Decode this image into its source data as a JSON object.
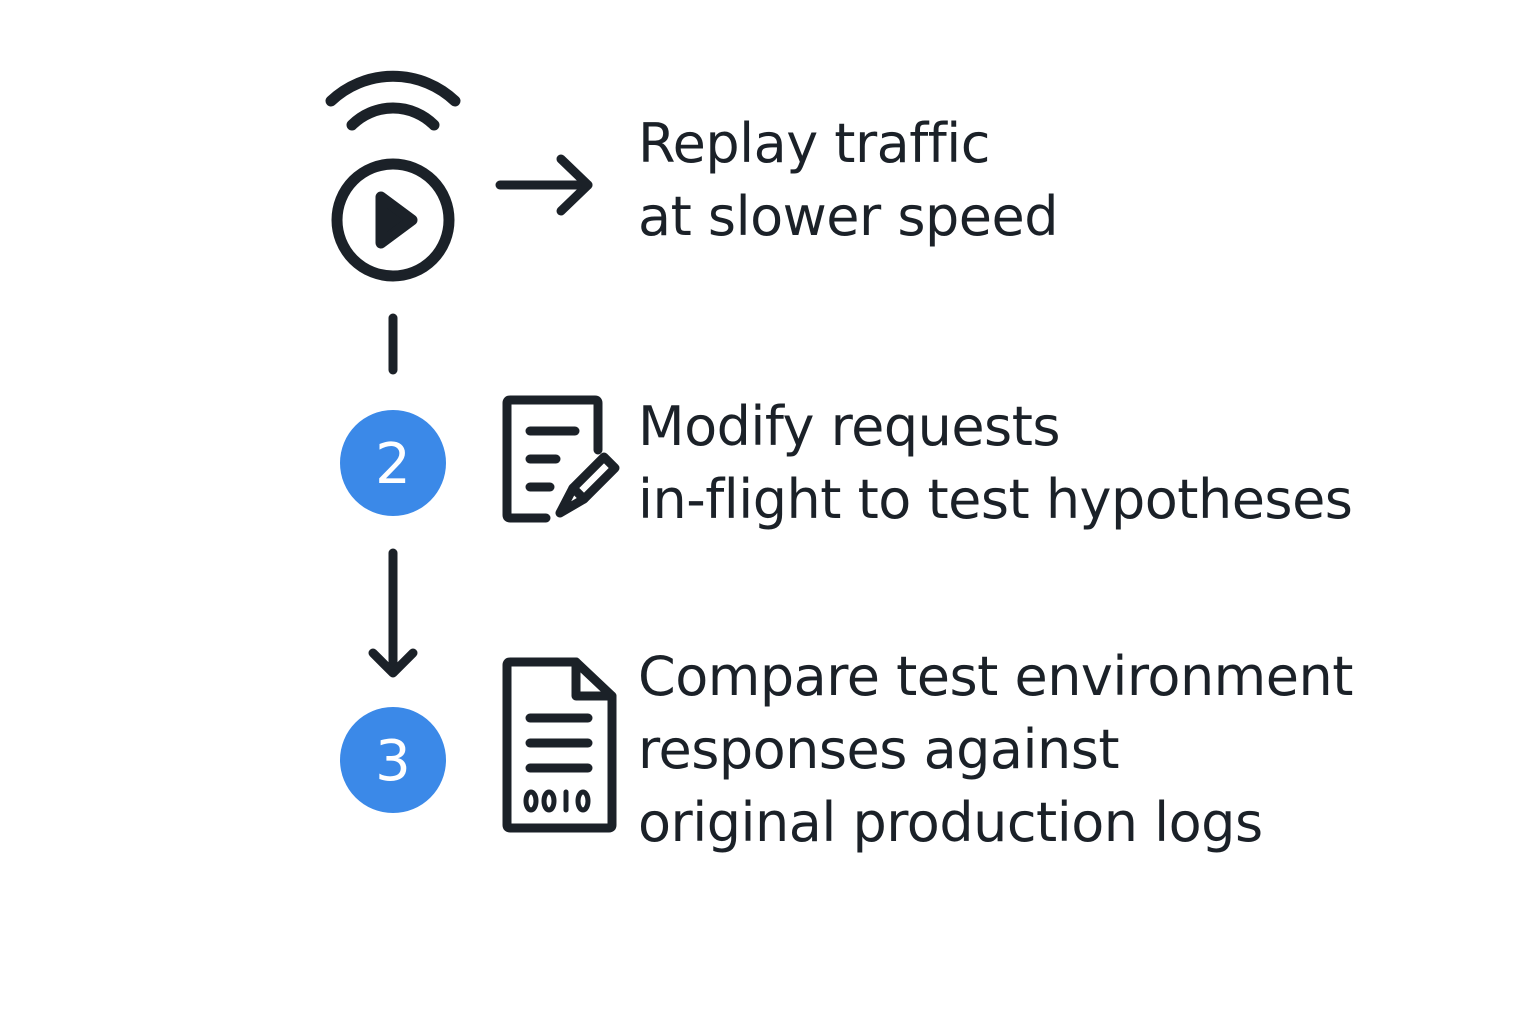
{
  "colors": {
    "ink": "#1b2128",
    "accent": "#3b89e8",
    "background": "#ffffff"
  },
  "steps": [
    {
      "icon": "replay-play-icon",
      "connector": "right-arrow-icon",
      "lines": [
        "Replay traffic",
        "at slower speed"
      ]
    },
    {
      "number": "2",
      "icon": "edit-document-icon",
      "lines": [
        "Modify requests",
        "in-flight to test hypotheses"
      ]
    },
    {
      "number": "3",
      "icon": "binary-document-icon",
      "lines": [
        "Compare test environment",
        "responses against",
        "original production logs"
      ]
    }
  ]
}
